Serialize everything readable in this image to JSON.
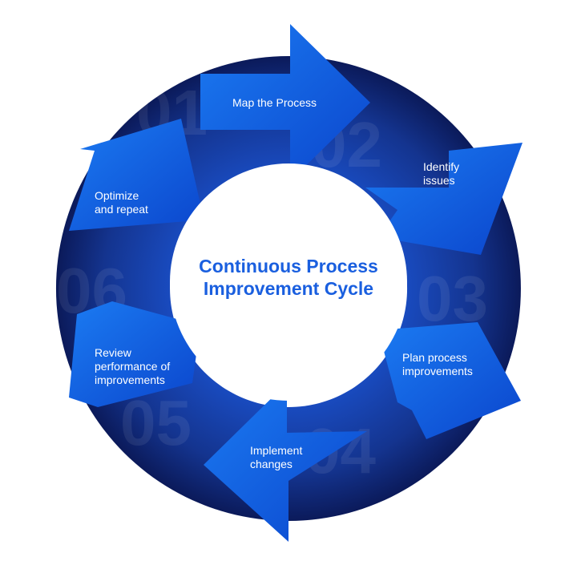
{
  "diagram": {
    "title_line1": "Continuous Process",
    "title_line2": "Improvement Cycle",
    "colors": {
      "ring_dark": "#0c1a5c",
      "ring_mid": "#143da8",
      "arrow_light": "#1570ea",
      "arrow_dark": "#0d3fc0",
      "title": "#1a5fdf"
    },
    "steps": [
      {
        "number": "01",
        "line1": "Map the Process",
        "line2": ""
      },
      {
        "number": "02",
        "line1": "Identify",
        "line2": "issues"
      },
      {
        "number": "03",
        "line1": "Plan process",
        "line2": "improvements"
      },
      {
        "number": "04",
        "line1": "Implement",
        "line2": "changes"
      },
      {
        "number": "05",
        "line1": "Review",
        "line2": "performance of",
        "line3": "improvements"
      },
      {
        "number": "06",
        "line1": "Optimize",
        "line2": "and repeat"
      }
    ]
  }
}
